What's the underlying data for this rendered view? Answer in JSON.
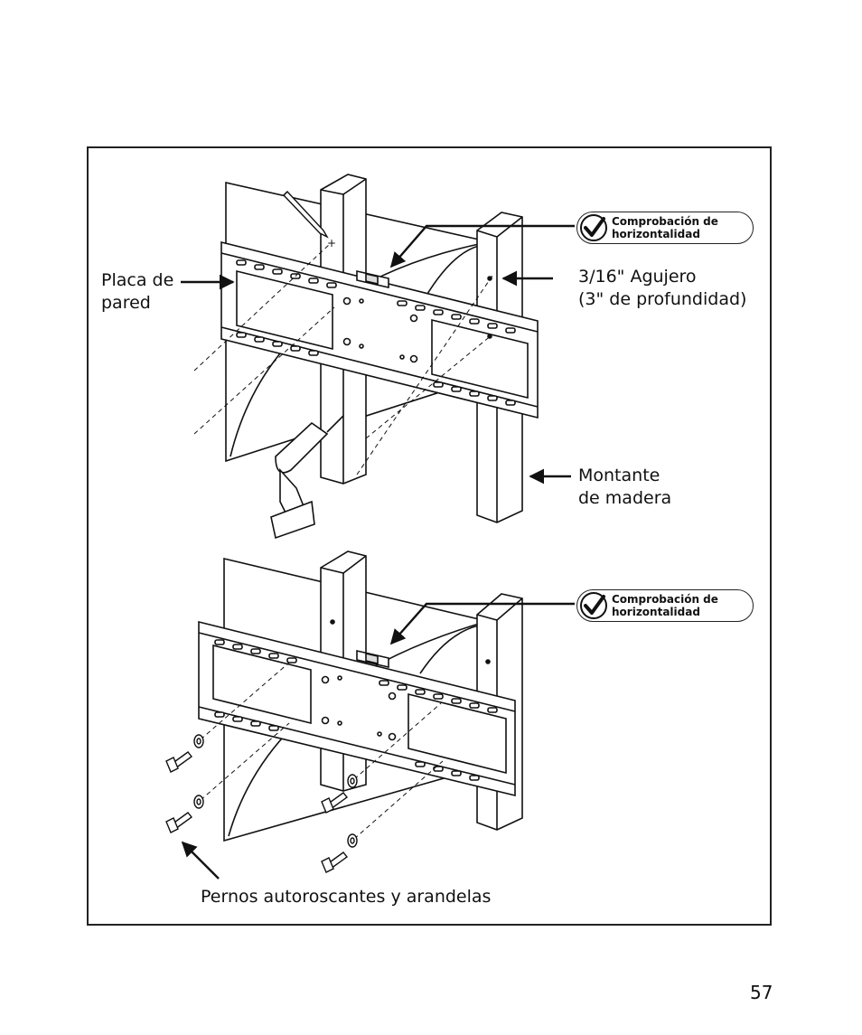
{
  "labels": {
    "wall_plate": "Placa de\npared",
    "hole": "3/16\" Agujero\n(3\" de profundidad)",
    "stud": "Montante\nde madera",
    "bolts": "Pernos autoroscantes y arandelas"
  },
  "badge": {
    "line1": "Comprobación de",
    "line2": "horizontalidad"
  },
  "page_number": "57"
}
